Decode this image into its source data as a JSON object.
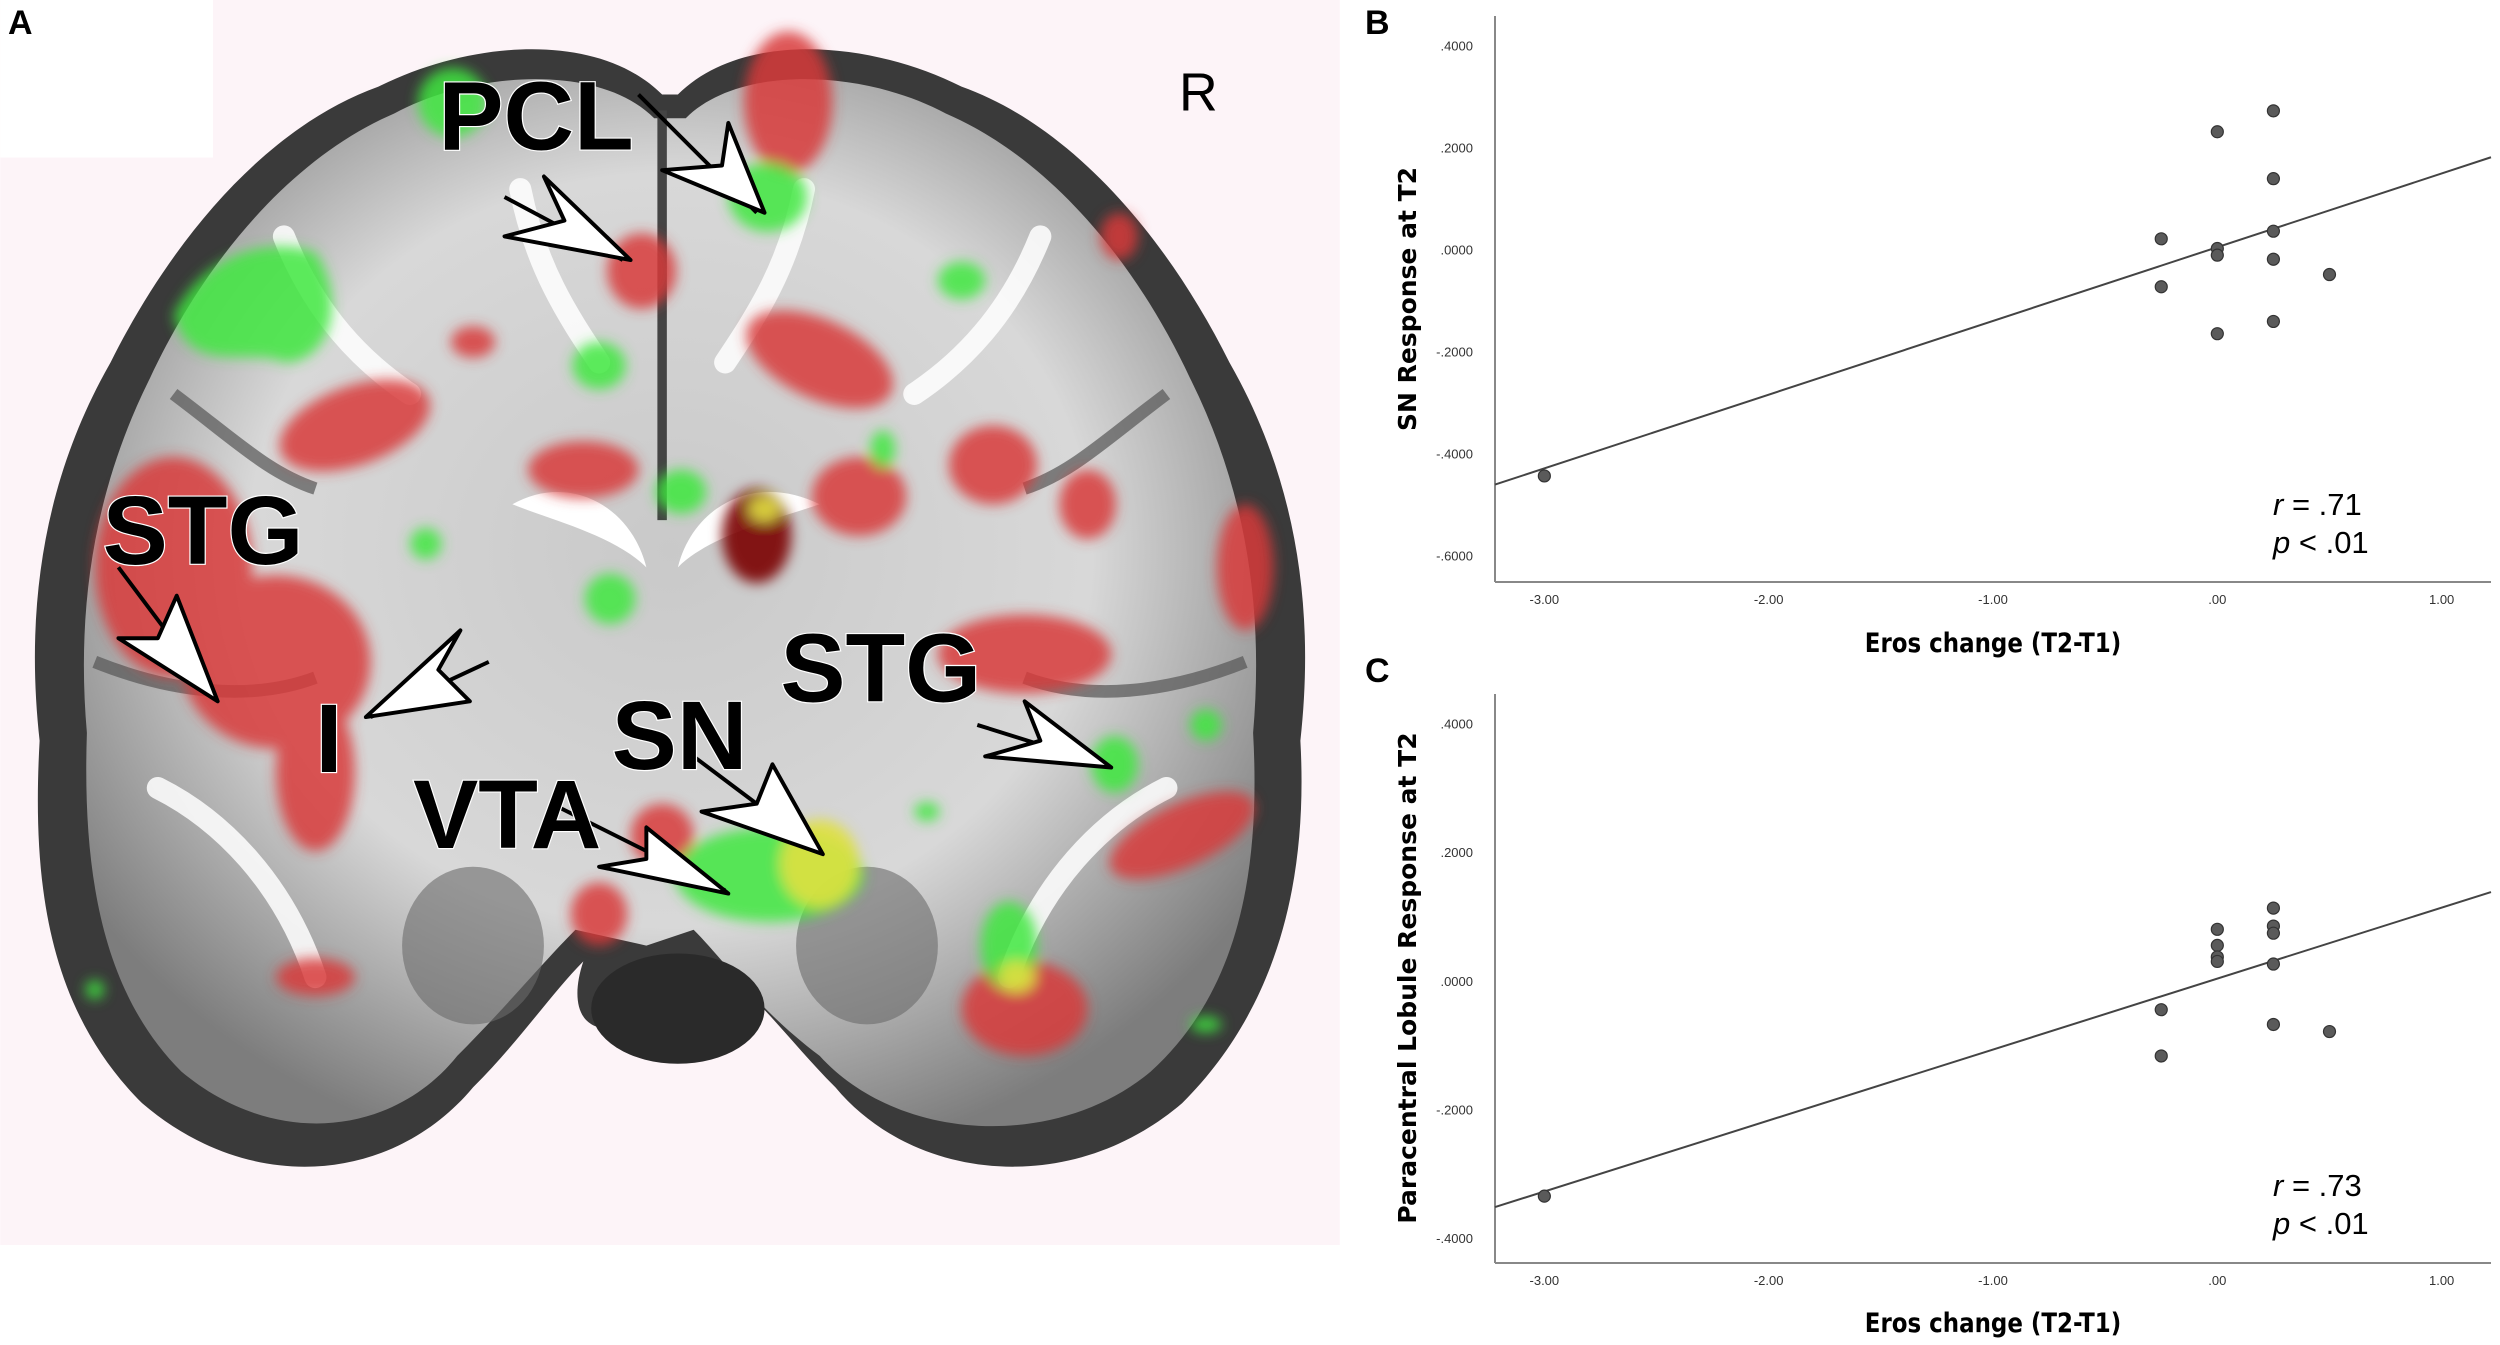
{
  "panels": {
    "a": "A",
    "b": "B",
    "c": "C"
  },
  "brain_figure": {
    "orientation_label": "R",
    "labels": {
      "pcl": "PCL",
      "stg_left": "STG",
      "insula": "I",
      "stg_right": "STG",
      "sn": "SN",
      "vta": "VTA"
    },
    "colors": {
      "background": "#fdf4f8",
      "activation_red": "#d83a3a",
      "activation_green": "#3ee83e",
      "overlap_yellow": "#e0e040"
    }
  },
  "chart_data": [
    {
      "panel": "B",
      "type": "scatter",
      "xlabel": "Eros change (T2-T1)",
      "ylabel": "SN Response at T2",
      "xlim": [
        -3.22,
        1.22
      ],
      "ylim": [
        -0.652,
        0.458
      ],
      "xticks": [
        -3,
        -2,
        -1,
        0,
        1
      ],
      "xtick_labels": [
        "-3.00",
        "-2.00",
        "-1.00",
        ".00",
        "1.00"
      ],
      "yticks": [
        0.4,
        0.2,
        0,
        -0.2,
        -0.4,
        -0.6
      ],
      "ytick_labels": [
        ".4000",
        ".2000",
        ".0000",
        "-.2000",
        "-.4000",
        "-.6000"
      ],
      "grid": false,
      "points": [
        {
          "x": -3.0,
          "y": -0.444
        },
        {
          "x": -0.25,
          "y": 0.021
        },
        {
          "x": -0.25,
          "y": -0.073
        },
        {
          "x": 0.0,
          "y": 0.231
        },
        {
          "x": 0.0,
          "y": 0.002
        },
        {
          "x": 0.0,
          "y": -0.011
        },
        {
          "x": 0.0,
          "y": -0.165
        },
        {
          "x": 0.25,
          "y": 0.272
        },
        {
          "x": 0.25,
          "y": 0.139
        },
        {
          "x": 0.25,
          "y": 0.036
        },
        {
          "x": 0.25,
          "y": -0.019
        },
        {
          "x": 0.25,
          "y": -0.141
        },
        {
          "x": 0.5,
          "y": -0.049
        }
      ],
      "fit_line": {
        "x": [
          -3.22,
          1.22
        ],
        "y": [
          -0.461,
          0.181
        ]
      },
      "annotation": {
        "r_symbol": "r",
        "r_value": " = .71",
        "p_symbol": "p",
        "p_value": " < .01"
      },
      "colors": {
        "point": "#5a5a5a",
        "line": "#444444"
      }
    },
    {
      "panel": "C",
      "type": "scatter",
      "xlabel": "Eros change (T2-T1)",
      "ylabel": "Paracentral Lobule Response at T2",
      "xlim": [
        -3.22,
        1.22
      ],
      "ylim": [
        -0.439,
        0.446
      ],
      "xticks": [
        -3,
        -2,
        -1,
        0,
        1
      ],
      "xtick_labels": [
        "-3.00",
        "-2.00",
        "-1.00",
        ".00",
        "1.00"
      ],
      "yticks": [
        0.4,
        0.2,
        0,
        -0.2,
        -0.4
      ],
      "ytick_labels": [
        ".4000",
        ".2000",
        ".0000",
        "-.2000",
        "-.4000"
      ],
      "grid": false,
      "points": [
        {
          "x": -3.0,
          "y": -0.335
        },
        {
          "x": -0.25,
          "y": -0.045
        },
        {
          "x": -0.25,
          "y": -0.117
        },
        {
          "x": 0.0,
          "y": 0.08
        },
        {
          "x": 0.0,
          "y": 0.055
        },
        {
          "x": 0.0,
          "y": 0.037
        },
        {
          "x": 0.0,
          "y": 0.03
        },
        {
          "x": 0.25,
          "y": 0.113
        },
        {
          "x": 0.25,
          "y": 0.085
        },
        {
          "x": 0.25,
          "y": 0.074
        },
        {
          "x": 0.25,
          "y": 0.026
        },
        {
          "x": 0.25,
          "y": -0.068
        },
        {
          "x": 0.5,
          "y": -0.079
        }
      ],
      "fit_line": {
        "x": [
          -3.22,
          1.22
        ],
        "y": [
          -0.352,
          0.138
        ]
      },
      "annotation": {
        "r_symbol": "r",
        "r_value": " = .73",
        "p_symbol": "p",
        "p_value": " < .01"
      },
      "colors": {
        "point": "#5a5a5a",
        "line": "#444444"
      }
    }
  ]
}
